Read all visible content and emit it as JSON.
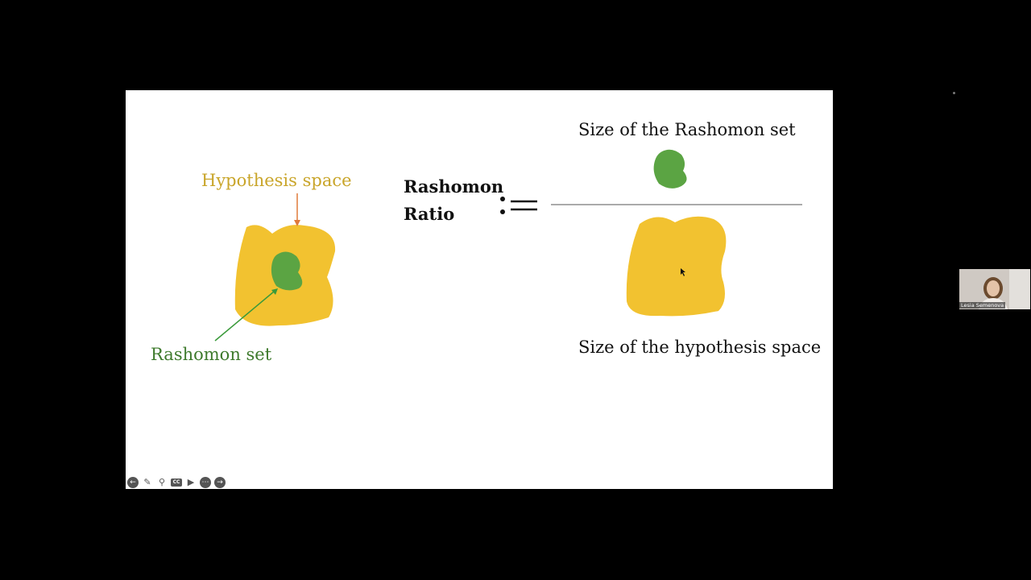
{
  "slide": {
    "hypothesis_label": "Hypothesis space",
    "rashomon_set_label": "Rashomon set",
    "ratio_title_line1": "Rashomon",
    "ratio_title_line2": "Ratio",
    "numerator_label": "Size of the Rashomon set",
    "denominator_label": "Size of the hypothesis space"
  },
  "colors": {
    "hypothesis_yellow": "#f2c230",
    "rashomon_green": "#5ba443",
    "hypothesis_text": "#c9a52a",
    "rashomon_text": "#3e7a2c",
    "arrow_orange": "#e07a3a"
  },
  "toolbar": {
    "icons": [
      "arrow-left-icon",
      "pen-icon",
      "zoom-icon",
      "captions-icon",
      "video-icon",
      "more-icon",
      "arrow-right-icon"
    ],
    "captions_text": "CC"
  },
  "webcam": {
    "participant_name": "Lesia Semenova"
  }
}
